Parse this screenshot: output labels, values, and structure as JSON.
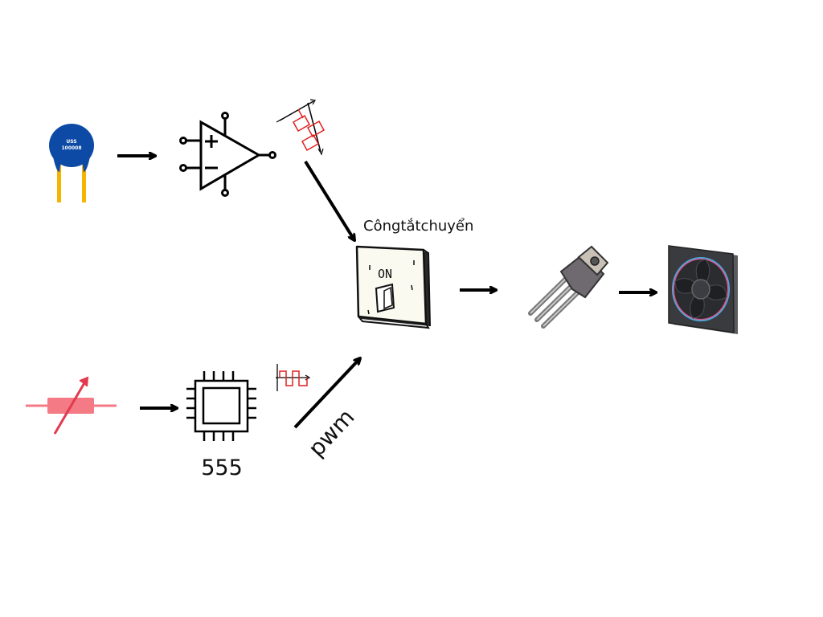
{
  "labels": {
    "switch_caption": "Côngtắtchuyển",
    "switch_on": "ON",
    "timer_ic": "555",
    "pwm_arrow": "pwm",
    "thermistor_marking_1": "USS",
    "thermistor_marking_2": "100008"
  },
  "colors": {
    "thermistor_body": "#0d4aa6",
    "thermistor_leads": "#f5b400",
    "variable_resistor": "#f47a86",
    "waveform_red": "#e02020",
    "arrow": "#000000",
    "transistor_body": "#6f6970",
    "fan_frame": "#3a3b3f"
  },
  "icons": [
    "thermistor-icon",
    "op-amp-icon",
    "comparator-waveform-icon",
    "toggle-switch-icon",
    "transistor-icon",
    "cooling-fan-icon",
    "variable-resistor-icon",
    "ic-chip-icon",
    "square-wave-icon"
  ]
}
